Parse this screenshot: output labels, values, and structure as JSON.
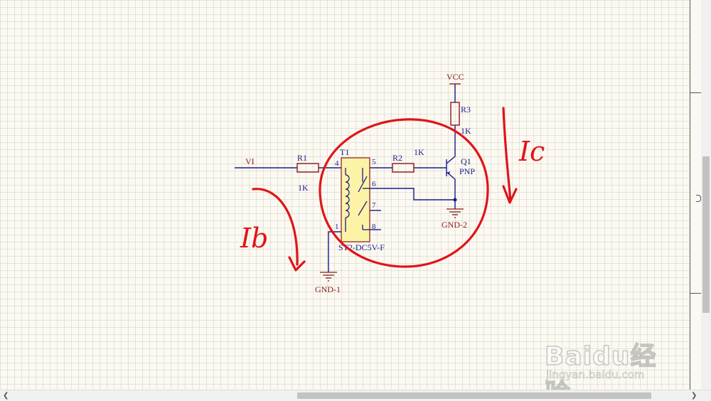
{
  "schematic": {
    "input_label": "VI",
    "r1": {
      "ref": "R1",
      "value": "1K"
    },
    "relay": {
      "ref": "T1",
      "part": "ST2-DC5V-F",
      "pins": [
        "4",
        "5",
        "6",
        "7",
        "1",
        "8"
      ]
    },
    "r2": {
      "ref": "R2",
      "value": "1K"
    },
    "q1": {
      "ref": "Q1",
      "type": "PNP"
    },
    "r3": {
      "ref": "R3",
      "value": "1K"
    },
    "vcc": "VCC",
    "gnd1": "GND-1",
    "gnd2": "GND-2"
  },
  "annotations": {
    "ib": "Ib",
    "ic": "Ic"
  },
  "colors": {
    "wire": "#1c1c8c",
    "net_label": "#8b1a1a",
    "component": "#8b1a1a",
    "relay_fill": "#fcf3a6",
    "annotation": "#e0141a"
  },
  "watermark": {
    "brand": "Baidu经验",
    "url": "jingyan.baidu.com"
  }
}
